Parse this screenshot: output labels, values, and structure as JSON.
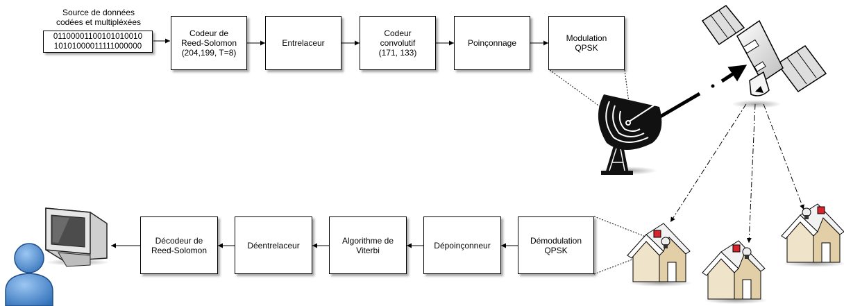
{
  "source": {
    "title": "Source de données\ncodées et multipléxées",
    "bits": "01100001100101010010\n10101000011111000000"
  },
  "transmit_chain": {
    "reed_solomon_encoder": "Codeur de\nReed-Solomon\n(204,199, T=8)",
    "interleaver": "Entrelaceur",
    "convolutional_encoder": "Codeur\nconvolutif\n(171, 133)",
    "puncturing": "Poinçonnage",
    "modulation": "Modulation\nQPSK"
  },
  "receive_chain": {
    "demodulation": "Démodulation\nQPSK",
    "depuncturer": "Dépoinçonneur",
    "viterbi": "Algorithme de\nViterbi",
    "deinterleaver": "Déentrelaceur",
    "reed_solomon_decoder": "Décodeur de\nReed-Solomon"
  },
  "icons": {
    "dish": "satellite-dish-icon",
    "satellite": "satellite-icon",
    "houses": "house-with-dish-icon",
    "monitor": "computer-monitor-icon",
    "user": "user-person-icon"
  },
  "colors": {
    "line": "#000000",
    "satellite_body": "#e8e8e8",
    "house_wall": "#efe3c9",
    "house_roof": "#ffffff",
    "dish_accent": "#d9232d",
    "person": "#4f8fd6"
  }
}
